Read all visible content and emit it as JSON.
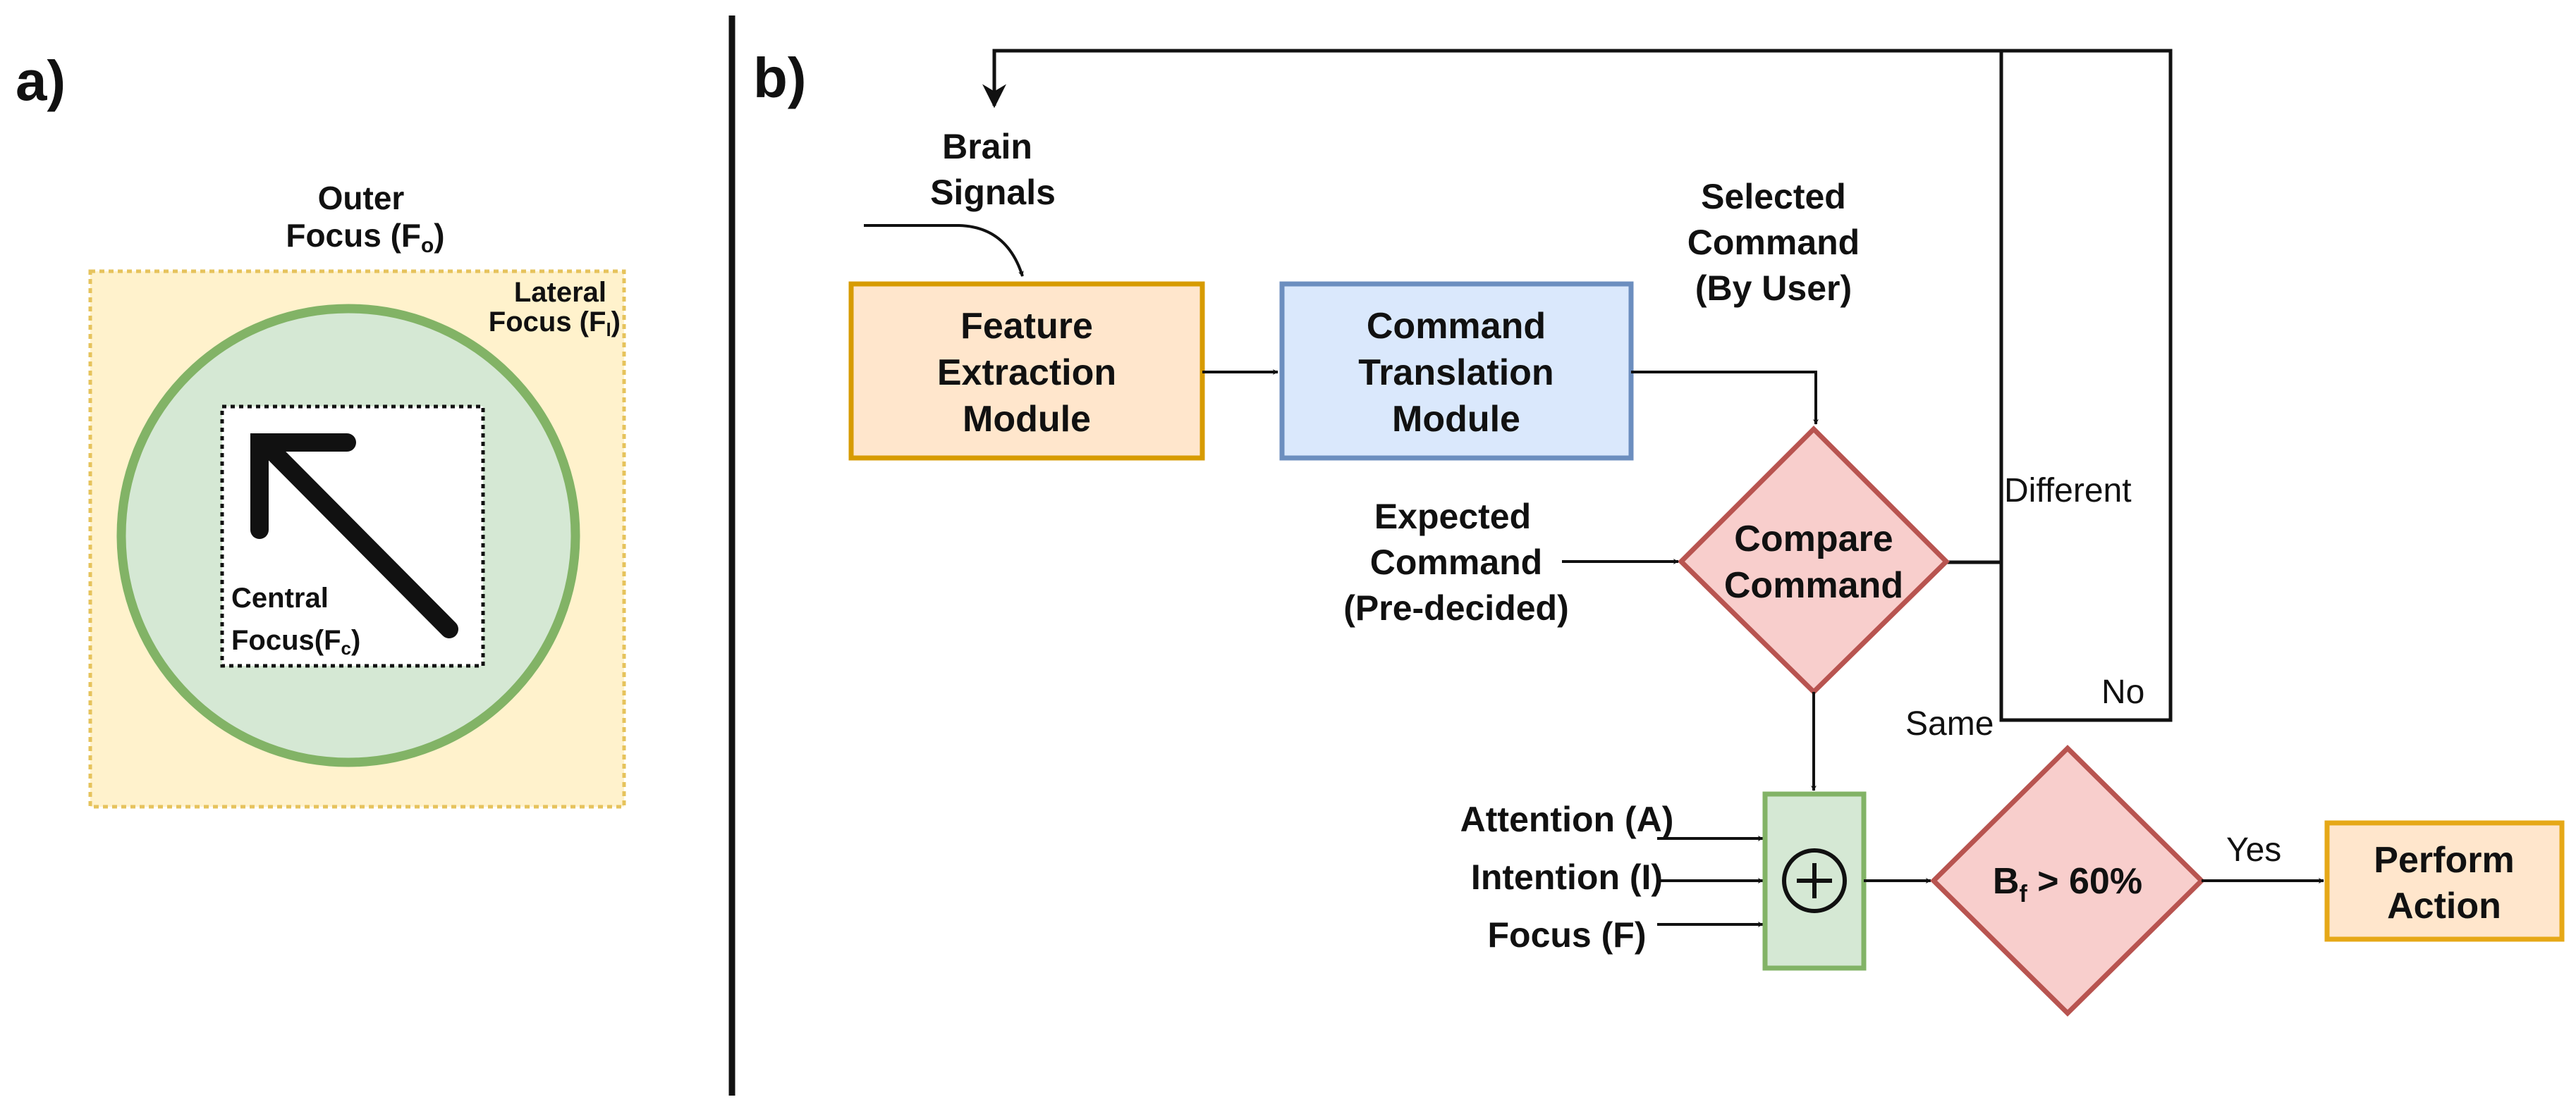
{
  "panel_a": {
    "label": "a)",
    "outer_focus": {
      "line1": "Outer",
      "line2": "Focus (F",
      "sub": "o",
      "close": ")"
    },
    "lateral_focus": {
      "line1": "Lateral",
      "line2": "Focus (F",
      "sub": "l",
      "close": ")"
    },
    "central_focus": {
      "line1": "Central",
      "line2": "Focus(F",
      "sub": "c",
      "close": ")"
    },
    "colors": {
      "outer": "#fff2cc",
      "outer_border": "#e6c35c",
      "circle": "#d5e8d4",
      "circle_border": "#82b366",
      "arrow": "#111111"
    },
    "arrow_icon": "arrow-up-left-icon"
  },
  "panel_b": {
    "label": "b)",
    "brain_signals": [
      "Brain",
      "Signals"
    ],
    "feature_extraction": [
      "Feature",
      "Extraction",
      "Module"
    ],
    "command_translation": [
      "Command",
      "Translation",
      "Module"
    ],
    "selected_command": [
      "Selected",
      "Command",
      "(By User)"
    ],
    "expected_command": [
      "Expected",
      "Command",
      "(Pre-decided)"
    ],
    "compare_command": [
      "Compare",
      "Command"
    ],
    "different": "Different",
    "same": "Same",
    "no": "No",
    "yes": "Yes",
    "inputs": [
      "Attention (A)",
      "Intention (I)",
      "Focus (F)"
    ],
    "sum_icon": "circled-plus-icon",
    "threshold": {
      "var": "B",
      "sub": "f",
      "rest": " > 60%"
    },
    "perform_action": [
      "Perform",
      "Action"
    ],
    "colors": {
      "orange_fill": "#ffe6cc",
      "orange_border": "#d79b00",
      "blue_fill": "#dae8fc",
      "blue_border": "#6c8ebf",
      "red_fill": "#f8cecc",
      "red_border": "#b85450",
      "green_fill": "#d5e8d4",
      "green_border": "#82b366",
      "action_border": "#e6a817"
    }
  }
}
